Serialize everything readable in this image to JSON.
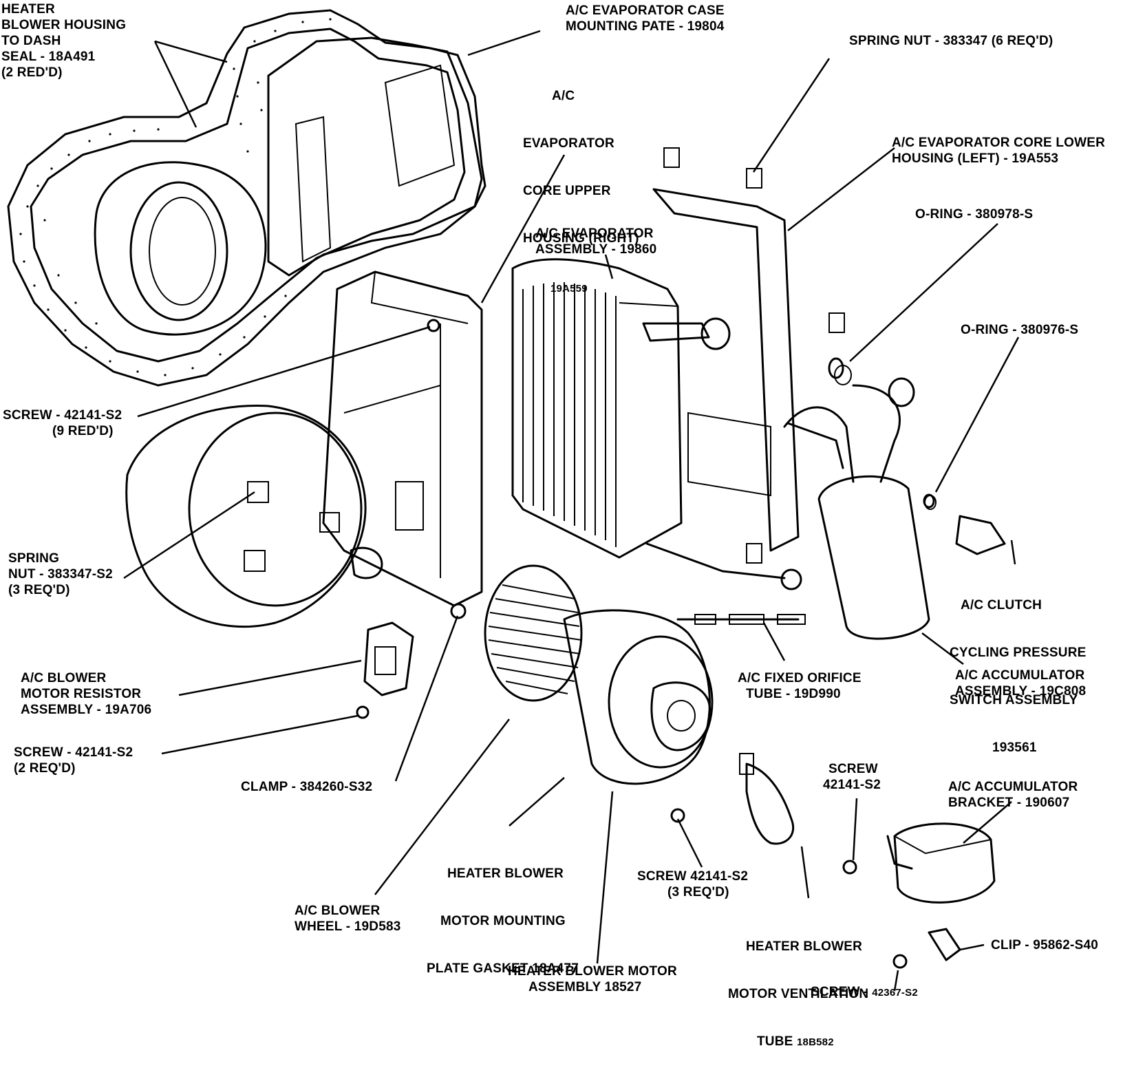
{
  "labels": {
    "seal": {
      "l1": "HEATER",
      "l2": "BLOWER HOUSING",
      "l3": "TO DASH",
      "l4": "SEAL - 18A491",
      "l5": "(2 RED'D)"
    },
    "case_plate": {
      "l1": "A/C EVAPORATOR CASE",
      "l2": "MOUNTING PATE - 19804"
    },
    "upper_housing": {
      "l1": "A/C",
      "l2": "EVAPORATOR",
      "l3": "CORE UPPER",
      "l4": "HOUSING (RIGHT)",
      "num": "19A559"
    },
    "spring_nut_6": "SPRING NUT - 383347 (6 REQ'D)",
    "lower_housing": {
      "l1": "A/C EVAPORATOR CORE LOWER",
      "l2": "HOUSING (LEFT) - 19A553"
    },
    "oring_1": "O-RING - 380978-S",
    "oring_2": "O-RING - 380976-S",
    "evap_assembly": {
      "l1": "A/C EVAPORATOR",
      "l2": "ASSEMBLY - 19860"
    },
    "screw_9": {
      "l1": "SCREW - 42141-S2",
      "l2": "(9 RED'D)"
    },
    "spring_nut_3": {
      "l1": "SPRING",
      "l2": "NUT - 383347-S2",
      "l3": "(3 REQ'D)"
    },
    "clutch_switch": {
      "l1": "A/C CLUTCH",
      "l2": "CYCLING PRESSURE",
      "l3": "SWITCH ASSEMBLY",
      "l4": "193561"
    },
    "resistor": {
      "l1": "A/C BLOWER",
      "l2": "MOTOR RESISTOR",
      "l3": "ASSEMBLY - 19A706"
    },
    "orifice": {
      "l1": "A/C FIXED ORIFICE",
      "l2": "TUBE - 19D990"
    },
    "accumulator": {
      "l1": "A/C ACCUMULATOR",
      "l2": "ASSEMBLY - 19C808"
    },
    "screw_2": {
      "l1": "SCREW - 42141-S2",
      "l2": "(2 REQ'D)"
    },
    "screw_single": {
      "l1": "SCREW",
      "l2": "42141-S2"
    },
    "clamp": "CLAMP - 384260-S32",
    "bracket": {
      "l1": "A/C ACCUMULATOR",
      "l2": "BRACKET - 190607"
    },
    "gasket": {
      "l1": "HEATER BLOWER",
      "l2": "MOTOR MOUNTING",
      "l3": "PLATE GASKET 18A477"
    },
    "screw_3": {
      "l1": "SCREW 42141-S2",
      "l2": "(3 REQ'D)"
    },
    "blower_wheel": {
      "l1": "A/C BLOWER",
      "l2": "WHEEL - 19D583"
    },
    "vent_tube": {
      "l1": "HEATER BLOWER",
      "l2": "MOTOR VENTILATION",
      "l3": "TUBE",
      "num": "18B582"
    },
    "clip": "CLIP - 95862-S40",
    "blower_motor": {
      "l1": "HEATER BLOWER MOTOR",
      "l2": "ASSEMBLY 18527"
    },
    "screw_bottom": {
      "l1": "SCREW - ",
      "num": "42367-S2"
    }
  }
}
